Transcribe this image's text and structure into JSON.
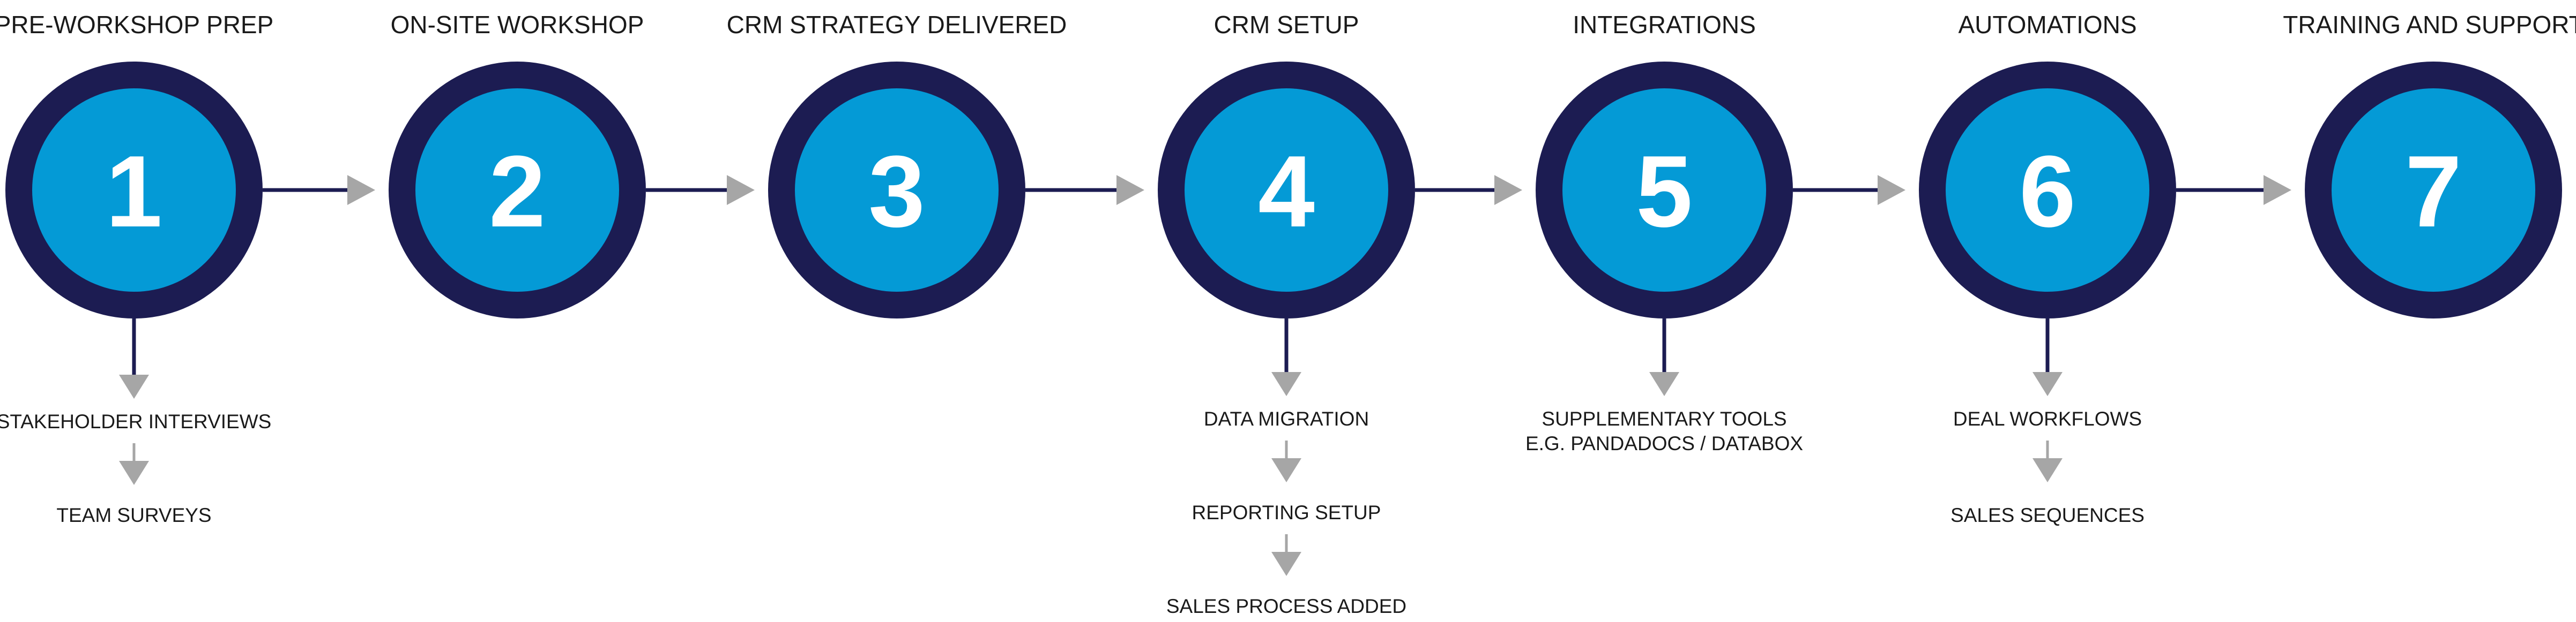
{
  "colors": {
    "ring": "#1c1c52",
    "fill": "#049ad6",
    "number": "#ffffff",
    "connector": "#1c1c52",
    "arrowhead": "#a6a6a6",
    "text": "#1a1a1a"
  },
  "steps": [
    {
      "number": "1",
      "title": "PRE-WORKSHOP PREP",
      "subitems": [
        "STAKEHOLDER INTERVIEWS",
        "TEAM SURVEYS"
      ]
    },
    {
      "number": "2",
      "title": "ON-SITE WORKSHOP",
      "subitems": []
    },
    {
      "number": "3",
      "title": "CRM STRATEGY DELIVERED",
      "subitems": []
    },
    {
      "number": "4",
      "title": "CRM SETUP",
      "subitems": [
        "DATA MIGRATION",
        "REPORTING SETUP",
        "SALES PROCESS ADDED"
      ]
    },
    {
      "number": "5",
      "title": "INTEGRATIONS",
      "subitems": [
        "SUPPLEMENTARY TOOLS\nE.G. PANDADOCS / DATABOX"
      ]
    },
    {
      "number": "6",
      "title": "AUTOMATIONS",
      "subitems": [
        "DEAL WORKFLOWS",
        "SALES SEQUENCES"
      ]
    },
    {
      "number": "7",
      "title": "TRAINING AND SUPPORT",
      "subitems": []
    }
  ]
}
